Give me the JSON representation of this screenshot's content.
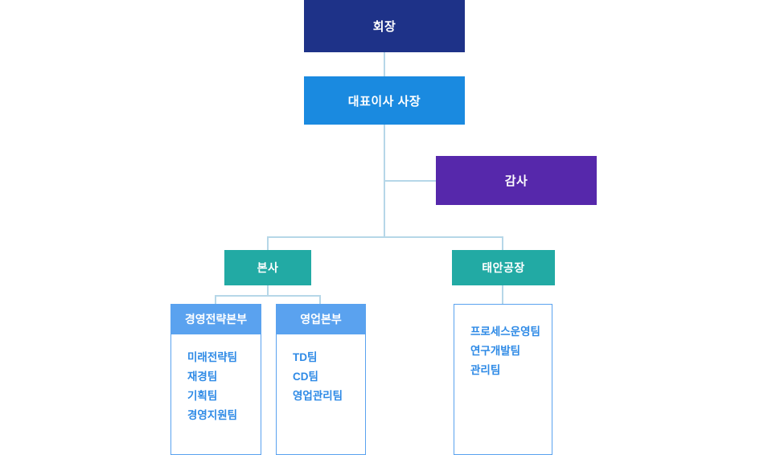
{
  "diagram": {
    "type": "organization-chart",
    "title": "",
    "colors": {
      "chairman": "#1e3288",
      "ceo": "#1a8ae0",
      "audit": "#5628ab",
      "unit": "#22aaa4",
      "division_header": "#5aa2ef",
      "team_text": "#2e8ae6",
      "connector": "#b6d7e8",
      "background": "#ffffff"
    },
    "nodes": {
      "chairman": {
        "label": "회장"
      },
      "ceo": {
        "label": "대표이사 사장"
      },
      "audit": {
        "label": "감사"
      },
      "headquarters": {
        "label": "본사"
      },
      "taean_plant": {
        "label": "태안공장"
      }
    },
    "divisions": [
      {
        "id": "management-strategy",
        "header": "경영전략본부",
        "has_header": true,
        "teams": [
          "미래전략팀",
          "재경팀",
          "기획팀",
          "경영지원팀"
        ]
      },
      {
        "id": "sales",
        "header": "영업본부",
        "has_header": true,
        "teams": [
          "TD팀",
          "CD팀",
          "영업관리팀"
        ]
      },
      {
        "id": "taean-teams",
        "header": "",
        "has_header": false,
        "teams": [
          "프로세스운영팀",
          "연구개발팀",
          "관리팀"
        ]
      }
    ]
  }
}
